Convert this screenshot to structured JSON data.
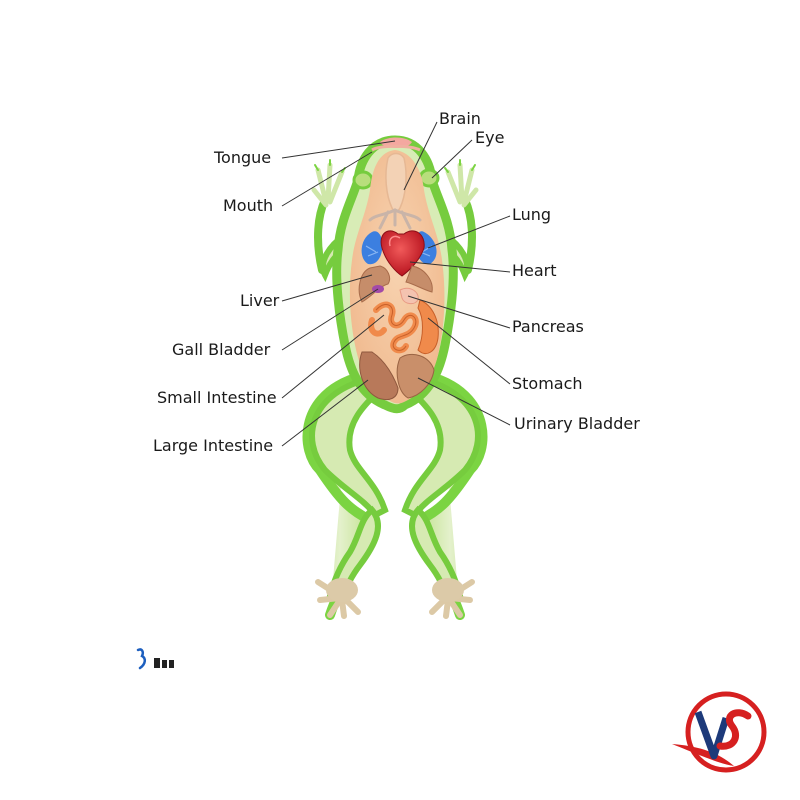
{
  "labels_left": [
    {
      "key": "tongue",
      "text": "Tongue"
    },
    {
      "key": "mouth",
      "text": "Mouth"
    },
    {
      "key": "liver",
      "text": "Liver"
    },
    {
      "key": "gall_bladder",
      "text": "Gall Bladder"
    },
    {
      "key": "small_intestine",
      "text": "Small Intestine"
    },
    {
      "key": "large_intestine",
      "text": "Large Intestine"
    }
  ],
  "labels_top": [
    {
      "key": "brain",
      "text": "Brain"
    },
    {
      "key": "eye",
      "text": "Eye"
    }
  ],
  "labels_right": [
    {
      "key": "lung",
      "text": "Lung"
    },
    {
      "key": "heart",
      "text": "Heart"
    },
    {
      "key": "pancreas",
      "text": "Pancreas"
    },
    {
      "key": "stomach",
      "text": "Stomach"
    },
    {
      "key": "urinary_bladder",
      "text": "Urinary Bladder"
    }
  ],
  "colors": {
    "skin_outline": "#6fce3a",
    "skin_fill": "#cfe8a8",
    "body_inner": "#f6c8a0",
    "heart": "#d9232f",
    "lung": "#2f6fd8",
    "brain": "#f2c9a8",
    "intestine": "#f08a4b",
    "liver": "#c98a68",
    "bladder": "#d9a67a",
    "leader_line": "#333333",
    "logo_red": "#d62020",
    "logo_blue": "#1d3a7a"
  },
  "logo": {
    "letters": "VS"
  }
}
